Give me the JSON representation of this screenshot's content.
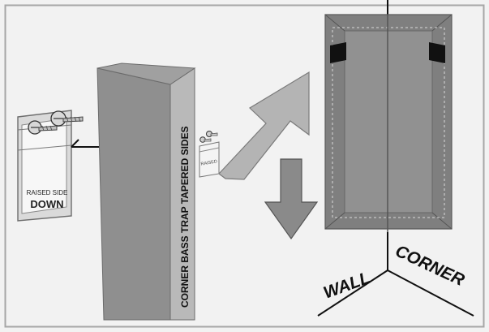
{
  "labels": {
    "bracket_raised": "RAISED SIDE",
    "bracket_down": "DOWN",
    "small_bracket": "RAISED",
    "trap_side": "CORNER BASS TRAP TAPERED SIDES",
    "wall": "WALL",
    "corner": "CORNER"
  },
  "colors": {
    "frame": "#808080",
    "background": "#f2f2f2",
    "trap_front": "#8c8c8c",
    "trap_side": "#bdbdbd",
    "trap_dark": "#6f6f6f",
    "arrow_up": "#b5b5b5",
    "arrow_down": "#8a8a8a",
    "panel": "#7f7f7f",
    "panel_inner": "#919191",
    "ink": "#111111"
  },
  "icons": {
    "arrow_up": "diagonal-arrow-up-right",
    "arrow_down": "arrow-down"
  }
}
